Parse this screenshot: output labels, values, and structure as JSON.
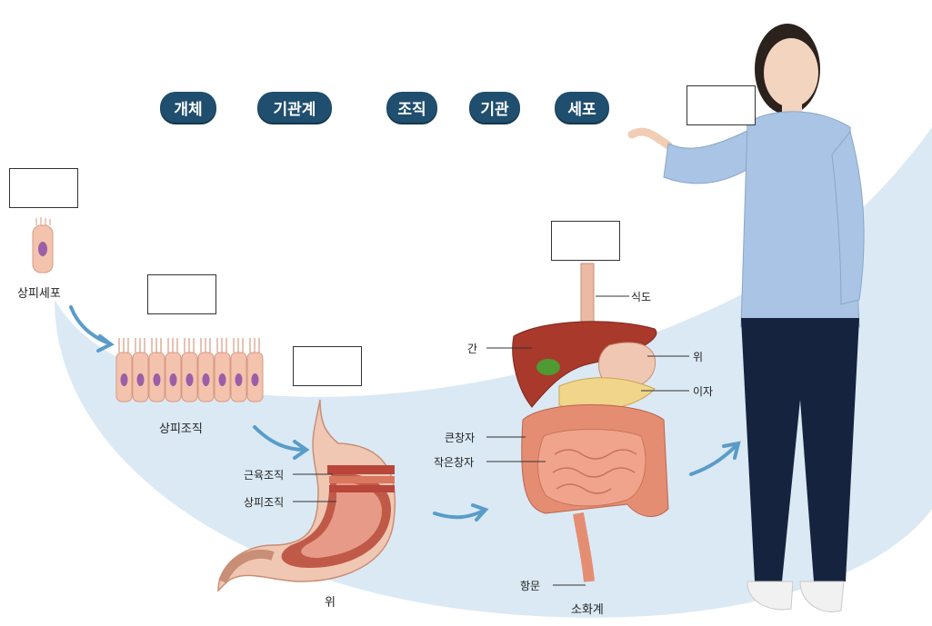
{
  "levels": [
    {
      "label": "개체"
    },
    {
      "label": "기관계"
    },
    {
      "label": "조직"
    },
    {
      "label": "기관"
    },
    {
      "label": "세포"
    }
  ],
  "captions": {
    "cell": "상피세포",
    "tissue": "상피조직",
    "organ": "위",
    "system": "소화계"
  },
  "stomach_labels": {
    "muscle": "근육조직",
    "epithelial": "상피조직"
  },
  "digestive_labels": {
    "esophagus": "식도",
    "liver": "간",
    "stomach": "위",
    "pancreas": "이자",
    "large_intestine": "큰창자",
    "small_intestine": "작은창자",
    "anus": "항문"
  },
  "colors": {
    "background_swoosh": "#dbe9f4",
    "chip": "#1f4e6e",
    "arrow": "#5a9cc9",
    "tissue_pink": "#f3c3ad",
    "nucleus": "#9a5fa6",
    "liver": "#a8392b",
    "intestine": "#e58d72",
    "shirt": "#a9c4e4",
    "pants": "#16233f"
  }
}
